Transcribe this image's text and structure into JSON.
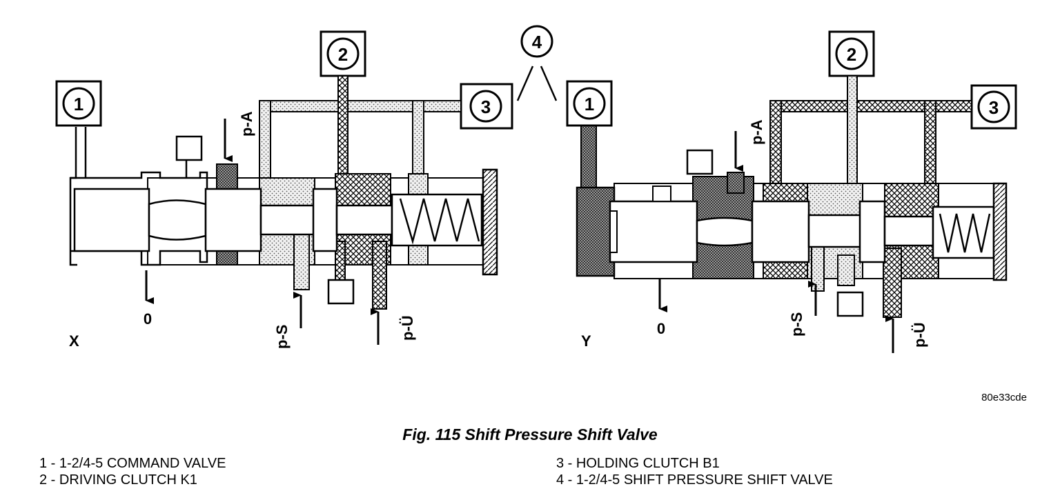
{
  "figure": {
    "code": "80e33cde",
    "caption": "Fig. 115 Shift Pressure Shift Valve"
  },
  "views": [
    {
      "label": "X"
    },
    {
      "label": "Y"
    }
  ],
  "callouts": [
    "1",
    "2",
    "3",
    "4"
  ],
  "pressure_labels": {
    "p_a": "p-A",
    "p_s": "p-S",
    "p_u": "p-Ü",
    "zero": "0"
  },
  "legend": [
    {
      "text": "1 - 1-2/4-5 COMMAND VALVE"
    },
    {
      "text": "2 - DRIVING CLUTCH K1"
    },
    {
      "text": "3 - HOLDING CLUTCH B1"
    },
    {
      "text": "4 - 1-2/4-5 SHIFT PRESSURE SHIFT VALVE"
    }
  ]
}
